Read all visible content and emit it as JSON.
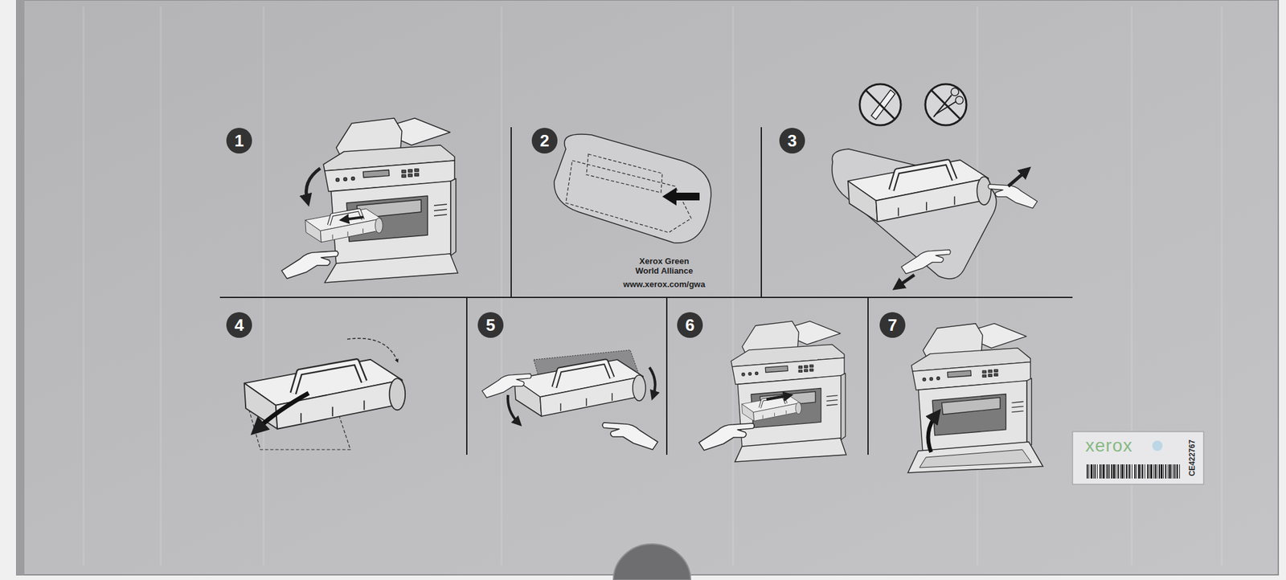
{
  "diagram": {
    "nodes": [
      {
        "text": [
          "xerox",
          "CE422767"
        ]
      }
    ],
    "labels": [
      "1",
      "2",
      "3",
      "4",
      "5",
      "6",
      "7",
      "Xerox Green World Alliance",
      "www.xerox.com/gwa"
    ]
  }
}
